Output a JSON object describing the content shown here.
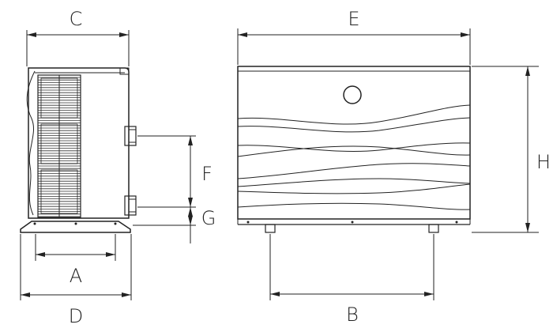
{
  "dimension_labels": {
    "A": "A",
    "B": "B",
    "C": "C",
    "D": "D",
    "E": "E",
    "F": "F",
    "G": "G",
    "H": "H"
  },
  "colors": {
    "line": "#222222",
    "background": "#ffffff"
  }
}
